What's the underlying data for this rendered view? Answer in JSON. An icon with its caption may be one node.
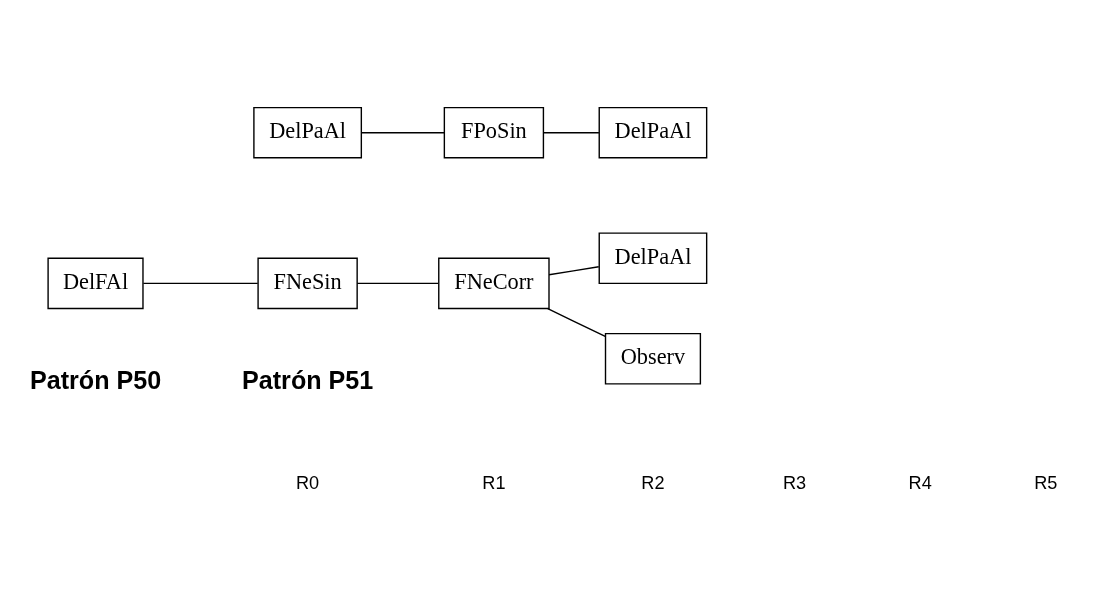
{
  "diagram": {
    "nodes": [
      {
        "text": [
          "DelFAl"
        ]
      },
      {
        "text": [
          "FNeSin"
        ]
      },
      {
        "text": [
          "FNeCorr"
        ]
      },
      {
        "text": [
          "DelPaAl"
        ]
      },
      {
        "text": [
          "Observ"
        ]
      },
      {
        "text": [
          "DelPaAl"
        ]
      },
      {
        "text": [
          "FPoSin"
        ]
      },
      {
        "text": [
          "DelPaAl"
        ]
      }
    ],
    "edges": [
      {
        "from": 0,
        "to": 1,
        "arrow": "none"
      },
      {
        "from": 1,
        "to": 2,
        "arrow": "none"
      },
      {
        "from": 2,
        "to": 3,
        "arrow": "none"
      },
      {
        "from": 2,
        "to": 4,
        "arrow": "none"
      },
      {
        "from": 5,
        "to": 6,
        "arrow": "none"
      },
      {
        "from": 6,
        "to": 7,
        "arrow": "none"
      }
    ],
    "labels": [
      "Patrón P50",
      "Patrón P51",
      "R0",
      "R1",
      "R2",
      "R3",
      "R4",
      "R5"
    ]
  }
}
